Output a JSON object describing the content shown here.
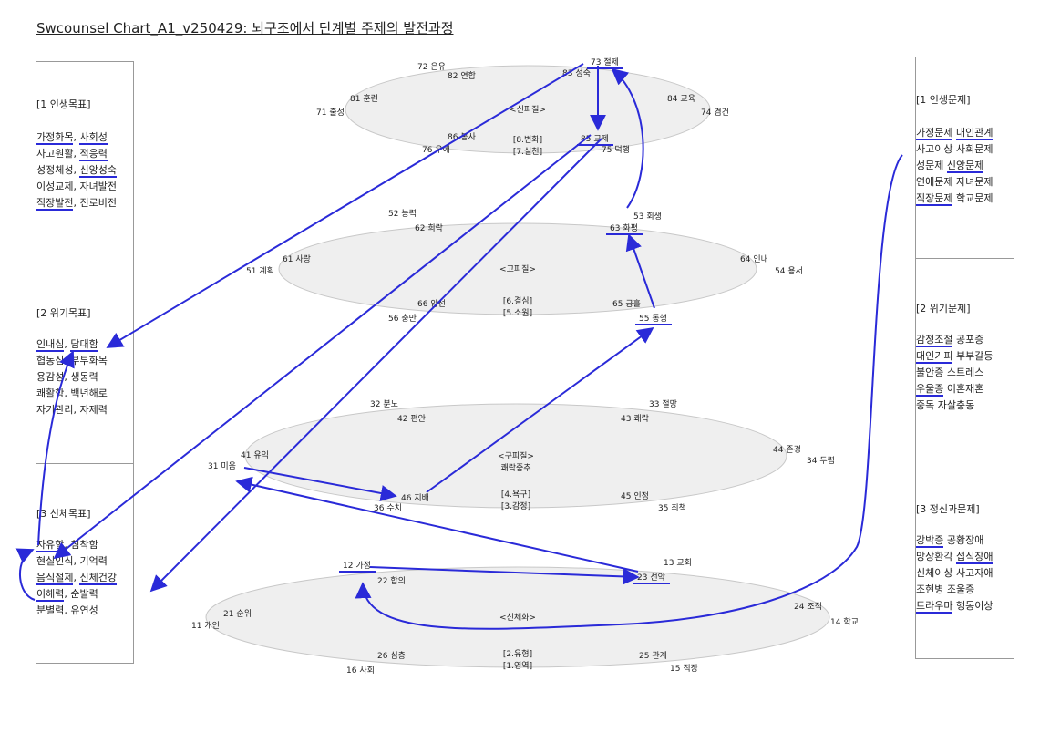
{
  "title": "Swcounsel Chart_A1_v250429: 뇌구조에서 단계별 주제의 발전과정",
  "left_panel": {
    "sections": [
      {
        "title": "[1 인생목표]",
        "lines": [
          [
            {
              "t": "가정화목",
              "u": true
            },
            {
              "t": ", "
            },
            {
              "t": "사회성",
              "u": true
            }
          ],
          [
            {
              "t": "사고원활, "
            },
            {
              "t": "적응력",
              "u": true
            }
          ],
          [
            {
              "t": "성정체성, "
            },
            {
              "t": "신앙성숙",
              "u": true
            }
          ],
          [
            {
              "t": "이성교제, 자녀발전"
            }
          ],
          [
            {
              "t": "직장발전",
              "u": true
            },
            {
              "t": ", 진로비전"
            }
          ]
        ]
      },
      {
        "title": "[2 위기목표]",
        "lines": [
          [
            {
              "t": "인내심",
              "u": true
            },
            {
              "t": ", "
            },
            {
              "t": "담대함",
              "u": true
            }
          ],
          [
            {
              "t": "협동심, 부부화목"
            }
          ],
          [
            {
              "t": "용감성, 생동력"
            }
          ],
          [
            {
              "t": "쾌활함, 백년해로"
            }
          ],
          [
            {
              "t": "자기관리, 자제력"
            }
          ]
        ]
      },
      {
        "title": "[3 신체목표]",
        "lines": [
          [
            {
              "t": "자유함",
              "u": true
            },
            {
              "t": ", 침착함"
            }
          ],
          [
            {
              "t": "현실인식, 기억력"
            }
          ],
          [
            {
              "t": "음식절제",
              "u": true
            },
            {
              "t": ", "
            },
            {
              "t": "신체건강",
              "u": true
            }
          ],
          [
            {
              "t": "이해력",
              "u": true
            },
            {
              "t": ", 순발력"
            }
          ],
          [
            {
              "t": "분별력, 유연성"
            }
          ]
        ]
      }
    ]
  },
  "right_panel": {
    "sections": [
      {
        "title": "[1 인생문제]",
        "lines": [
          [
            {
              "t": "가정문제",
              "u": true
            },
            {
              "t": "  "
            },
            {
              "t": "대인관계",
              "u": true
            }
          ],
          [
            {
              "t": "사고이상  사회문제"
            }
          ],
          [
            {
              "t": "성문제   "
            },
            {
              "t": "신앙문제",
              "u": true
            }
          ],
          [
            {
              "t": "연애문제 자녀문제"
            }
          ],
          [
            {
              "t": "직장문제",
              "u": true
            },
            {
              "t": " 학교문제"
            }
          ]
        ]
      },
      {
        "title": "[2 위기문제]",
        "lines": [
          [
            {
              "t": "감정조절",
              "u": true
            },
            {
              "t": "  공포증"
            }
          ],
          [
            {
              "t": "대인기피",
              "u": true
            },
            {
              "t": "  부부갈등"
            }
          ],
          [
            {
              "t": "불안증  스트레스"
            }
          ],
          [
            {
              "t": "우울증",
              "u": true
            },
            {
              "t": " 이혼재혼"
            }
          ],
          [
            {
              "t": "중독 자살충동"
            }
          ]
        ]
      },
      {
        "title": "[3 정신과문제]",
        "lines": [
          [
            {
              "t": "강박증",
              "u": true
            },
            {
              "t": "  공황장애"
            }
          ],
          [
            {
              "t": "망상환각  "
            },
            {
              "t": "섭식장애",
              "u": true
            }
          ],
          [
            {
              "t": "신체이상  사고자애"
            }
          ],
          [
            {
              "t": "조현병  조울증"
            }
          ],
          [
            {
              "t": "트라우마",
              "u": true
            },
            {
              "t": "  행동이상"
            }
          ]
        ]
      }
    ]
  },
  "levels": [
    {
      "center": "<신피질>",
      "stage_upper": "[8.변화]",
      "stage_lower": "[7.실천]",
      "labels": [
        {
          "text": "72 은유",
          "ux": false
        },
        {
          "text": "82 연합",
          "ux": false
        },
        {
          "text": "73 절제",
          "ux": true
        },
        {
          "text": "83 성숙",
          "ux": false
        },
        {
          "text": "81 훈련",
          "ux": false
        },
        {
          "text": "84 교육",
          "ux": false
        },
        {
          "text": "71 출성",
          "ux": false
        },
        {
          "text": "74 겸건",
          "ux": false
        },
        {
          "text": "86 봉사",
          "ux": false
        },
        {
          "text": "85 교제",
          "ux": true
        },
        {
          "text": "76 우애",
          "ux": false
        },
        {
          "text": "75 덕행",
          "ux": false
        }
      ]
    },
    {
      "center": "<고피질>",
      "stage_upper": "[6.결심]",
      "stage_lower": "[5.소원]",
      "labels": [
        {
          "text": "52 능력",
          "ux": false
        },
        {
          "text": "53 회생",
          "ux": false
        },
        {
          "text": "62 희락",
          "ux": false
        },
        {
          "text": "63 화평",
          "ux": true
        },
        {
          "text": "61 사랑",
          "ux": false
        },
        {
          "text": "64 인내",
          "ux": false
        },
        {
          "text": "51 계획",
          "ux": false
        },
        {
          "text": "54 용서",
          "ux": false
        },
        {
          "text": "66 양선",
          "ux": false
        },
        {
          "text": "65 긍휼",
          "ux": false
        },
        {
          "text": "56 충만",
          "ux": false
        },
        {
          "text": "55 동행",
          "ux": true
        }
      ]
    },
    {
      "center": "<구피질>",
      "center2": "쾌락중추",
      "stage_upper": "[4.욕구]",
      "stage_lower": "[3.감정]",
      "labels": [
        {
          "text": "32 분노",
          "ux": false
        },
        {
          "text": "33 절망",
          "ux": false
        },
        {
          "text": "42 편안",
          "ux": false
        },
        {
          "text": "43 쾌락",
          "ux": false
        },
        {
          "text": "41 유익",
          "ux": false
        },
        {
          "text": "44 존경",
          "ux": false
        },
        {
          "text": "31 미움",
          "ux": false
        },
        {
          "text": "34 두렴",
          "ux": false
        },
        {
          "text": "46 지배",
          "ux": false
        },
        {
          "text": "45 인정",
          "ux": false
        },
        {
          "text": "36 수치",
          "ux": false
        },
        {
          "text": "35 죄책",
          "ux": false
        }
      ]
    },
    {
      "center": "<신체화>",
      "stage_upper": "[2.유형]",
      "stage_lower": "[1.영역]",
      "labels": [
        {
          "text": "12 가정",
          "ux": true
        },
        {
          "text": "13 교회",
          "ux": false
        },
        {
          "text": "22 합의",
          "ux": false
        },
        {
          "text": "23 선악",
          "ux": true
        },
        {
          "text": "21 순위",
          "ux": false
        },
        {
          "text": "24 조직",
          "ux": false
        },
        {
          "text": "11 개인",
          "ux": false
        },
        {
          "text": "14 학교",
          "ux": false
        },
        {
          "text": "26 심층",
          "ux": false
        },
        {
          "text": "25 관계",
          "ux": false
        },
        {
          "text": "16 사회",
          "ux": false
        },
        {
          "text": "15 직장",
          "ux": false
        }
      ]
    }
  ],
  "colors": {
    "stroke": "#2a2ad8",
    "ellipse_fill": "#efefef",
    "ellipse_stroke": "#c8c8c8",
    "border": "#999999"
  }
}
